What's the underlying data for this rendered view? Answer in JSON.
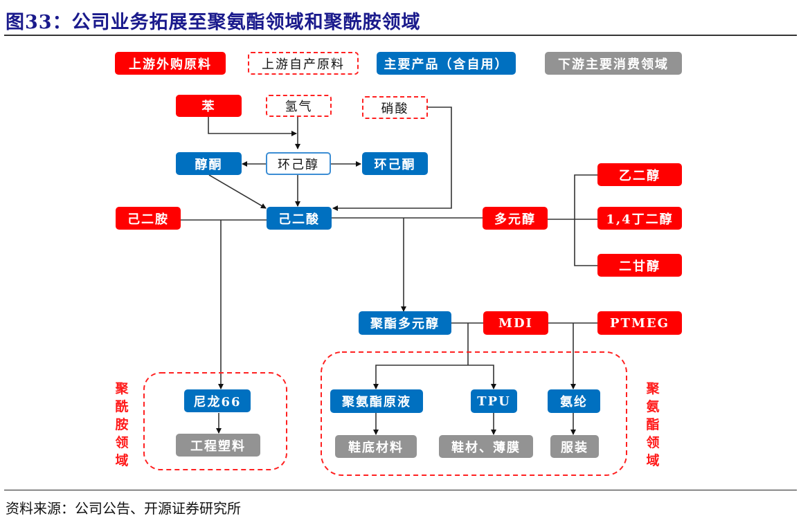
{
  "title": "图33：公司业务拓展至聚氨酯领域和聚酰胺领域",
  "source": "资料来源：公司公告、开源证券研究所",
  "legend": [
    {
      "label": "上游外购原料",
      "style": "red"
    },
    {
      "label": "上游自产原料",
      "style": "dash"
    },
    {
      "label": "主要产品（含自用）",
      "style": "blue"
    },
    {
      "label": "下游主要消费领域",
      "style": "gray"
    }
  ],
  "nodes": {
    "benzene": "苯",
    "hydrogen": "氢气",
    "nitric_acid": "硝酸",
    "ka_oil": "醇酮",
    "cyclohexanol": "环己醇",
    "cyclohexanone": "环己酮",
    "hexanediamine": "己二胺",
    "adipic_acid": "己二酸",
    "polyol": "多元醇",
    "ethylene_glycol": "乙二醇",
    "bdo": "1,4丁二醇",
    "diethylene_glycol": "二甘醇",
    "polyester_polyol": "聚酯多元醇",
    "mdi": "MDI",
    "ptmeg": "PTMEG",
    "pu_stock": "聚氨酯原液",
    "tpu": "TPU",
    "spandex": "氨纶",
    "nylon66": "尼龙66",
    "shoe_sole": "鞋底材料",
    "shoe_film": "鞋材、薄膜",
    "clothing": "服装",
    "eng_plastics": "工程塑料"
  },
  "regions": {
    "polyamide": "聚酰胺领域",
    "polyurethane": "聚氨酯领域"
  },
  "colors": {
    "red": "#ff0000",
    "blue": "#0070c0",
    "gray": "#939393",
    "dash": "#ff2020",
    "title": "#1a1a8c"
  }
}
